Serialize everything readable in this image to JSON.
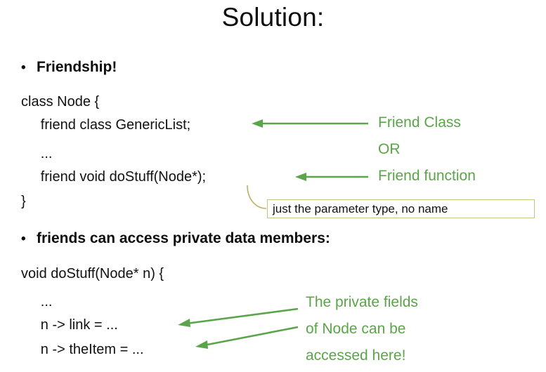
{
  "slide": {
    "title": "Solution:",
    "bullets": [
      {
        "marker": "•",
        "text": "Friendship!"
      },
      {
        "marker": "•",
        "text": "friends can access private data members:"
      }
    ],
    "code_block_1": [
      "class Node {",
      "     friend class GenericList;",
      "     ...",
      "     friend void doStuff(Node*);",
      "}"
    ],
    "code_block_2": [
      "void doStuff(Node* n) {",
      "     ...",
      "     n -> link = ...",
      "     n -> theItem = ..."
    ],
    "annotations_green": [
      "Friend Class",
      "OR",
      "Friend function",
      "The private fields",
      "of Node can be",
      "accessed here!"
    ],
    "callout": "just the parameter type, no name",
    "colors": {
      "accent_green": "#5aa549",
      "callout_border": "#b9c97f",
      "text": "#111111"
    }
  }
}
